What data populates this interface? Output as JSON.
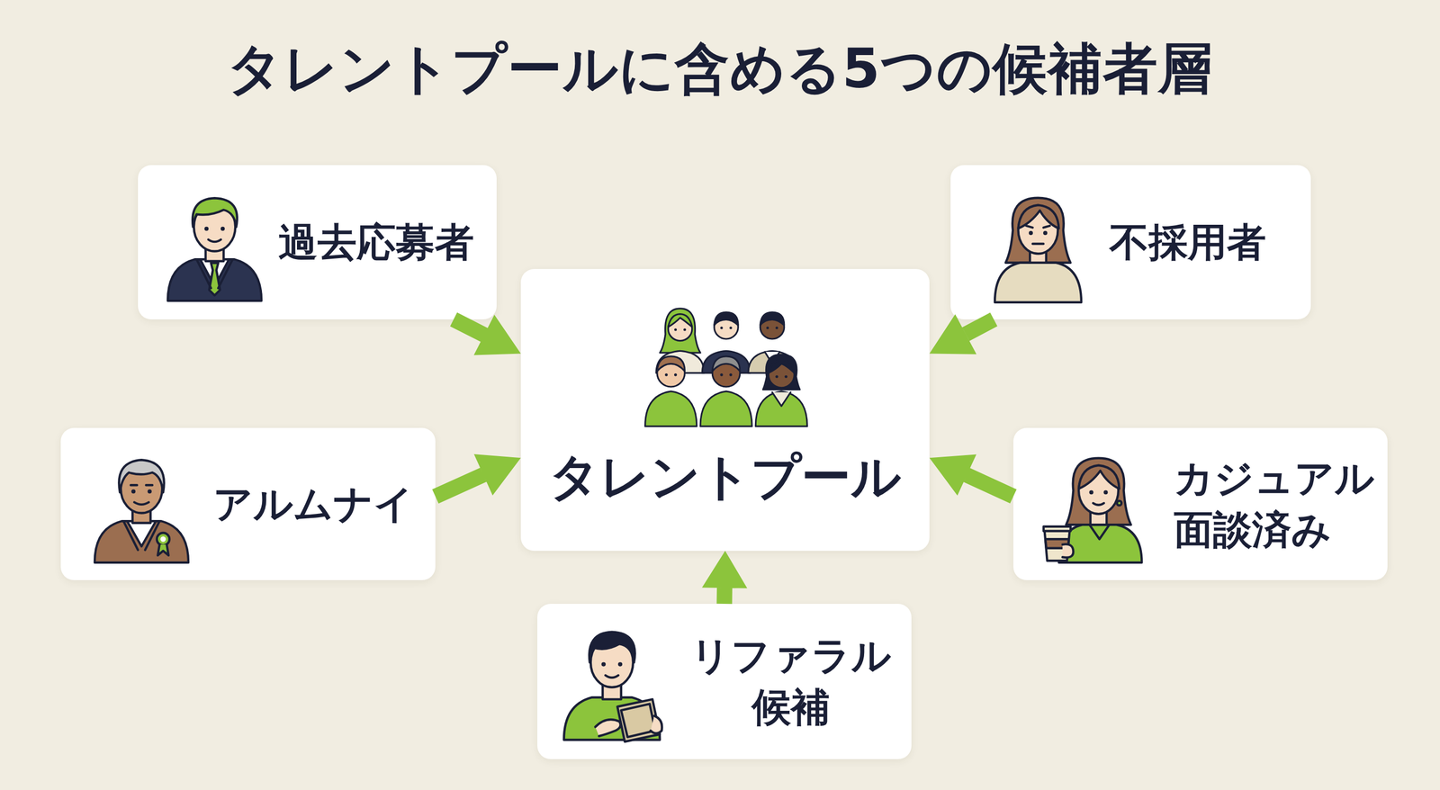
{
  "diagram": {
    "title": "タレントプールに含める5つの候補者層",
    "nodes": [
      {
        "text": [
          "過去応募者"
        ]
      },
      {
        "text": [
          "不採用者"
        ]
      },
      {
        "text": [
          "タレントプール"
        ]
      },
      {
        "text": [
          "アルムナイ"
        ]
      },
      {
        "text": [
          "カジュアル 面談済み"
        ]
      },
      {
        "text": [
          "リファラル 候補"
        ]
      }
    ],
    "edges": [
      {
        "from": 0,
        "to": 2,
        "arrow": "to"
      },
      {
        "from": 1,
        "to": 2,
        "arrow": "to"
      },
      {
        "from": 3,
        "to": 2,
        "arrow": "to"
      },
      {
        "from": 4,
        "to": 2,
        "arrow": "to"
      },
      {
        "from": 5,
        "to": 2,
        "arrow": "to"
      }
    ]
  }
}
